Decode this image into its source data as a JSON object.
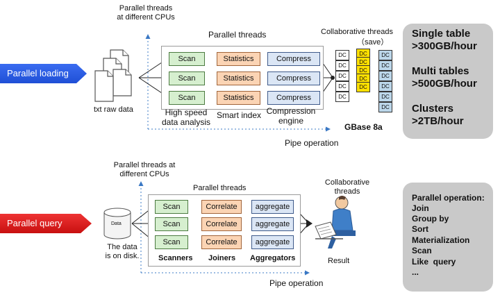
{
  "top": {
    "threads_cpu": "Parallel threads\nat different CPUs",
    "parallel_threads": "Parallel threads",
    "collab_threads": "Collaborative threads",
    "save": "（save）",
    "banner": "Parallel loading",
    "rows": [
      {
        "a": "Scan",
        "b": "Statistics",
        "c": "Compress"
      },
      {
        "a": "Scan",
        "b": "Statistics",
        "c": "Compress"
      },
      {
        "a": "Scan",
        "b": "Statistics",
        "c": "Compress"
      }
    ],
    "src_label": "txt raw data",
    "col1_label": "High speed\ndata analysis",
    "col2_label": "Smart index",
    "col3_label": "Compression\nengine",
    "dc_label": "DC",
    "gbase": "GBase 8a",
    "pipe": "Pipe operation",
    "stats": [
      "Single table\n>300GB/hour",
      "Multi tables\n>500GB/hour",
      "Clusters\n>2TB/hour"
    ]
  },
  "bottom": {
    "threads_cpu": "Parallel threads at\ndifferent CPUs",
    "parallel_threads": "Parallel threads",
    "collab_threads": "Collaborative\nthreads",
    "banner": "Parallel query",
    "disk_label": "Data",
    "disk_caption": "The data\nis on disk.",
    "rows": [
      {
        "a": "Scan",
        "b": "Correlate",
        "c": "aggregate"
      },
      {
        "a": "Scan",
        "b": "Correlate",
        "c": "aggregate"
      },
      {
        "a": "Scan",
        "b": "Correlate",
        "c": "aggregate"
      }
    ],
    "col1_label": "Scanners",
    "col2_label": "Joiners",
    "col3_label": "Aggregators",
    "result": "Result",
    "pipe": "Pipe operation",
    "ops_title": "Parallel operation:",
    "ops": [
      "Join",
      "Group by",
      "Sort",
      "Materialization",
      "Scan",
      "Like  query",
      "..."
    ]
  },
  "colors": {
    "banner_blue": "#1f4fd6",
    "banner_red": "#d01818",
    "dc_yellow": "#ffe000",
    "dc_blue": "#bcd7ea"
  }
}
